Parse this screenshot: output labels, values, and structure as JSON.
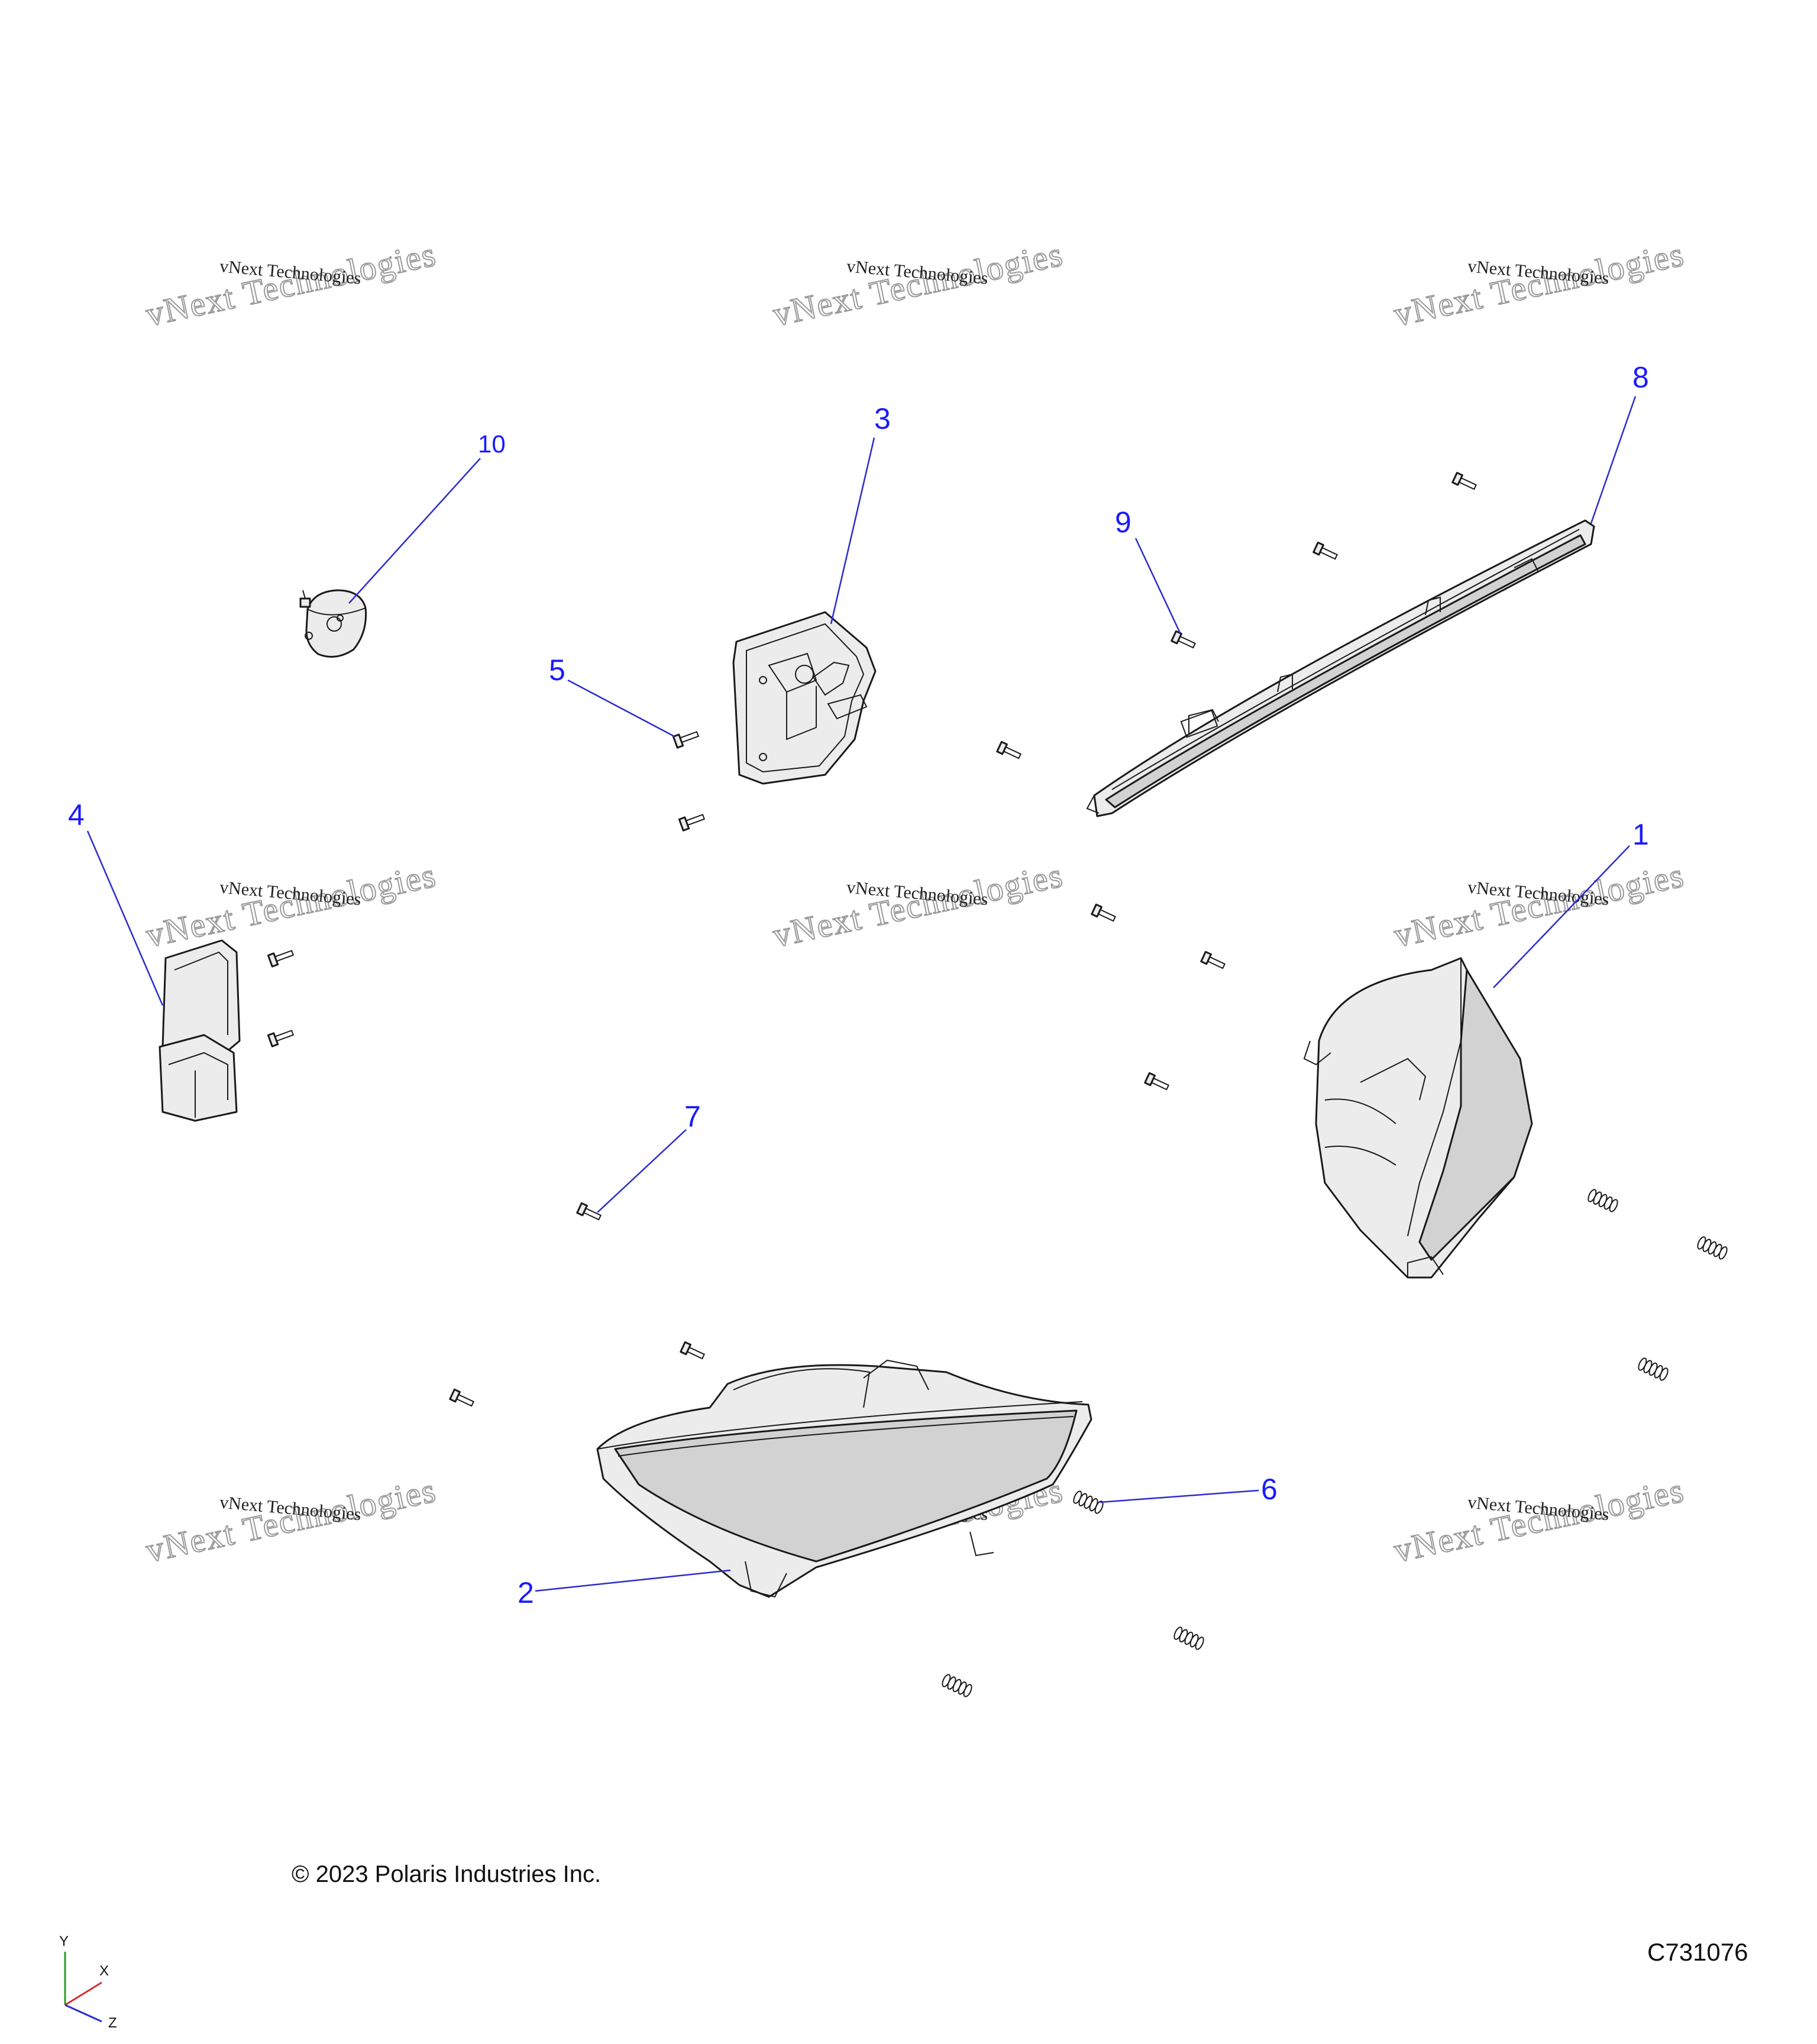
{
  "watermark": {
    "line1": "vNext Technologies",
    "line2": "vNext Technologies"
  },
  "callouts": [
    "1",
    "2",
    "3",
    "4",
    "5",
    "6",
    "7",
    "8",
    "9",
    "10"
  ],
  "footer": {
    "copyright": "© 2023 Polaris Industries Inc.",
    "figure_code": "C731076"
  },
  "axes": {
    "y": "Y",
    "x": "X",
    "z": "Z"
  },
  "colors": {
    "callout": "#1a1aff",
    "leader": "#2b2bd0",
    "lens": "#d2d2d2"
  }
}
